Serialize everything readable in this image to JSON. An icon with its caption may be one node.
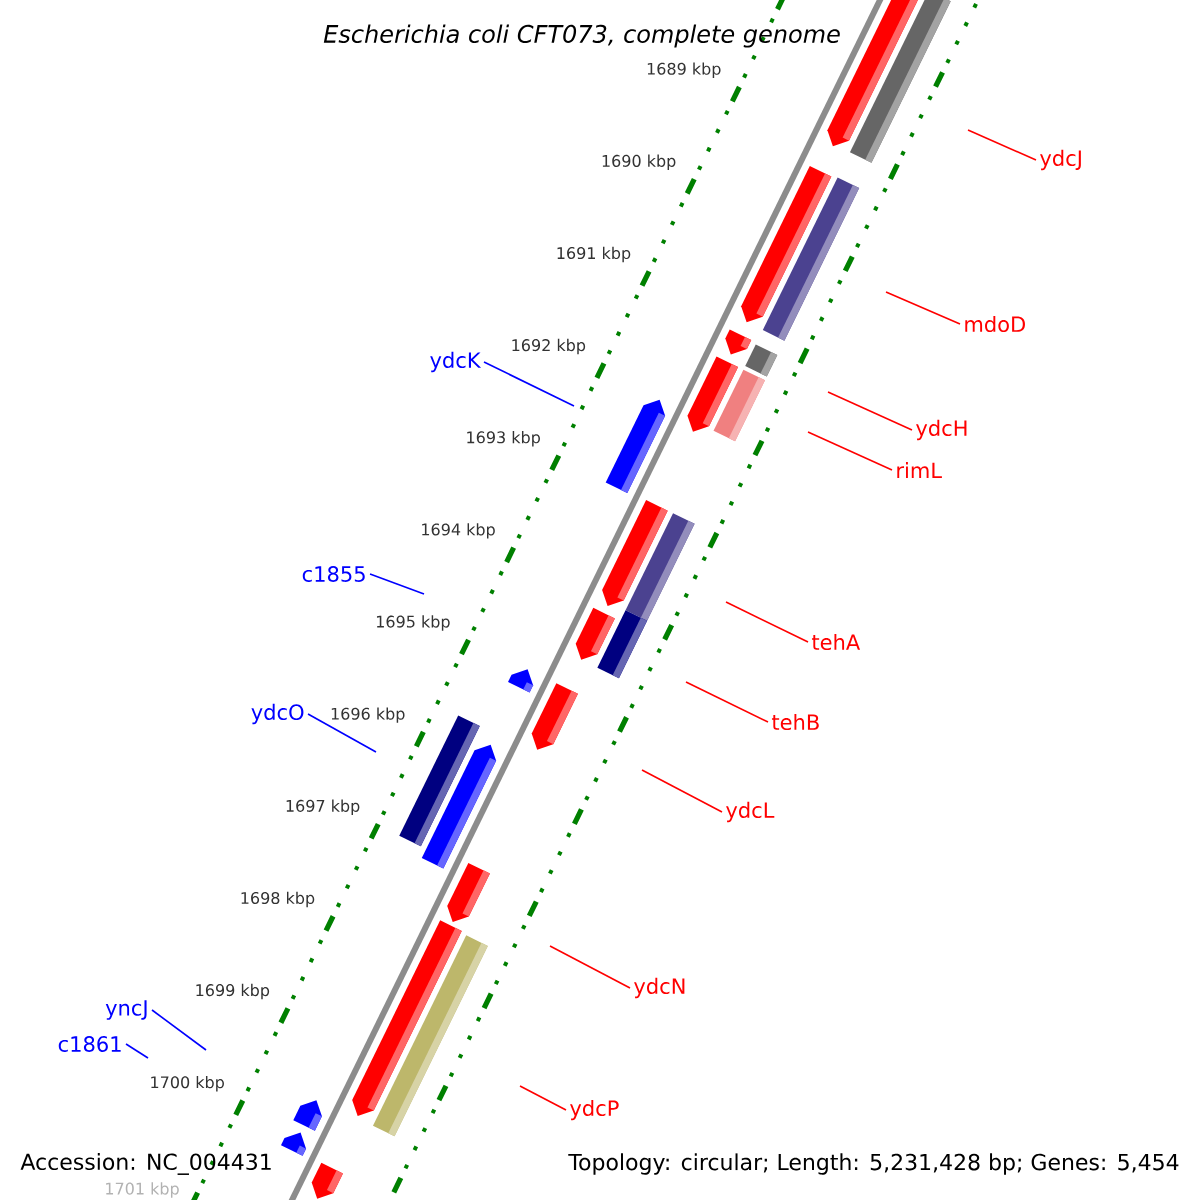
{
  "diagram": {
    "title": "Escherichia coli CFT073, complete genome",
    "nodes": [
      {
        "text": [
          "ydcJ"
        ]
      },
      {
        "text": [
          "mdoD"
        ]
      },
      {
        "text": [
          "ydcK"
        ]
      },
      {
        "text": [
          "ydcH"
        ]
      },
      {
        "text": [
          "rimL"
        ]
      },
      {
        "text": [
          "c1855"
        ]
      },
      {
        "text": [
          "tehA"
        ]
      },
      {
        "text": [
          "ydcO"
        ]
      },
      {
        "text": [
          "tehB"
        ]
      },
      {
        "text": [
          "ydcL"
        ]
      },
      {
        "text": [
          "ydcN"
        ]
      },
      {
        "text": [
          "yncJ"
        ]
      },
      {
        "text": [
          "c1861"
        ]
      },
      {
        "text": [
          "ydcP"
        ]
      }
    ],
    "edges": [
      {
        "from": 0,
        "to": null,
        "arrow": "none"
      },
      {
        "from": 1,
        "to": null,
        "arrow": "none"
      },
      {
        "from": 2,
        "to": null,
        "arrow": "none",
        "color": "#0000ff"
      },
      {
        "from": 3,
        "to": null,
        "arrow": "none"
      },
      {
        "from": 4,
        "to": null,
        "arrow": "none"
      },
      {
        "from": 5,
        "to": null,
        "arrow": "none",
        "color": "#0000ff"
      },
      {
        "from": 6,
        "to": null,
        "arrow": "none"
      },
      {
        "from": 7,
        "to": null,
        "arrow": "none",
        "color": "#0000ff"
      },
      {
        "from": 8,
        "to": null,
        "arrow": "none"
      },
      {
        "from": 9,
        "to": null,
        "arrow": "none"
      },
      {
        "from": 10,
        "to": null,
        "arrow": "none"
      },
      {
        "from": 11,
        "to": null,
        "arrow": "none",
        "color": "#0000ff"
      },
      {
        "from": 12,
        "to": null,
        "arrow": "none",
        "color": "#0000ff"
      },
      {
        "from": 13,
        "to": null,
        "arrow": "none"
      }
    ],
    "labels": [
      "1689 kbp",
      "1690 kbp",
      "1691 kbp",
      "1692 kbp",
      "1693 kbp",
      "1694 kbp",
      "1695 kbp",
      "1696 kbp",
      "1697 kbp",
      "1698 kbp",
      "1699 kbp",
      "1700 kbp",
      "1701 kbp",
      "Accession: NC_004431",
      "Topology: circular; Length: 5,231,428 bp; Genes: 5,454"
    ]
  }
}
